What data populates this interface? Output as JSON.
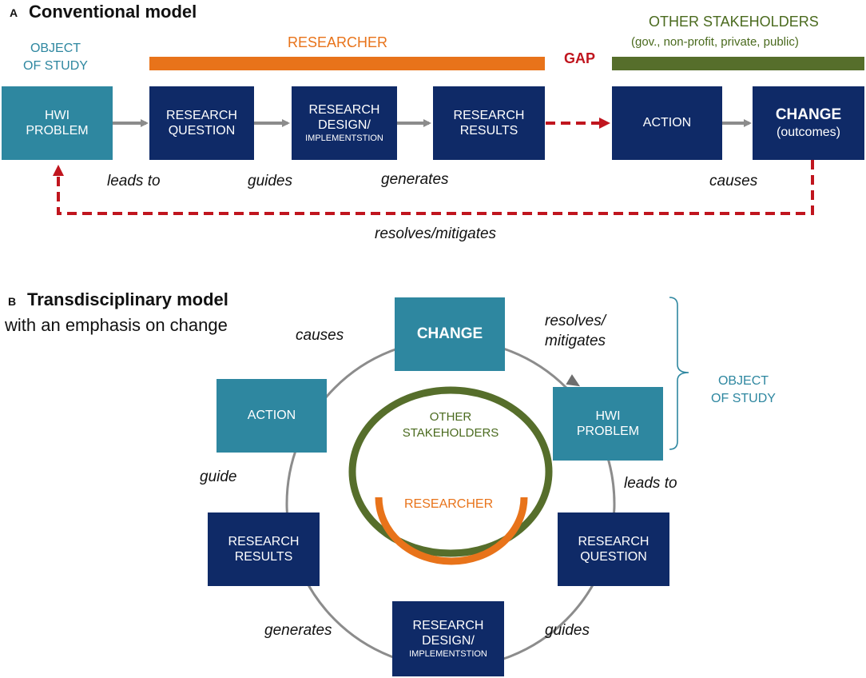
{
  "panel_a": {
    "letter": "A",
    "title": "Conventional model",
    "object_of_study": [
      "OBJECT",
      "OF STUDY"
    ],
    "researcher": "RESEARCHER",
    "gap": "GAP",
    "other_stakeholders": "OTHER STAKEHOLDERS",
    "other_stakeholders_sub": "(gov., non-profit, private, public)",
    "boxes": {
      "hwi": [
        "HWI",
        "PROBLEM"
      ],
      "question": [
        "RESEARCH",
        "QUESTION"
      ],
      "design": [
        "RESEARCH",
        "DESIGN/",
        "IMPLEMENTSTION"
      ],
      "results": [
        "RESEARCH",
        "RESULTS"
      ],
      "action": "ACTION",
      "change": [
        "CHANGE",
        "(outcomes)"
      ]
    },
    "relations": {
      "leads_to": "leads to",
      "guides": "guides",
      "generates": "generates",
      "causes": "causes",
      "resolves": "resolves/mitigates"
    }
  },
  "panel_b": {
    "letter": "B",
    "title": "Transdisciplinary model",
    "subtitle": "with an emphasis on change",
    "object_of_study": [
      "OBJECT",
      "OF STUDY"
    ],
    "other_stakeholders": [
      "OTHER",
      "STAKEHOLDERS"
    ],
    "researcher": "RESEARCHER",
    "boxes": {
      "change": "CHANGE",
      "action": "ACTION",
      "hwi": [
        "HWI",
        "PROBLEM"
      ],
      "results": [
        "RESEARCH",
        "RESULTS"
      ],
      "question": [
        "RESEARCH",
        "QUESTION"
      ],
      "design": [
        "RESEARCH",
        "DESIGN/",
        "IMPLEMENTSTION"
      ]
    },
    "relations": {
      "causes": "causes",
      "resolves": [
        "resolves/",
        "mitigates"
      ],
      "guide": "guide",
      "leads_to": "leads to",
      "generates": "generates",
      "guides": "guides"
    }
  },
  "colors": {
    "teal": "#2e87a0",
    "navy": "#0f2a67",
    "orange": "#e8731a",
    "green": "#4a6a1e",
    "red": "#c0151e",
    "gray": "#8c8c8c"
  }
}
